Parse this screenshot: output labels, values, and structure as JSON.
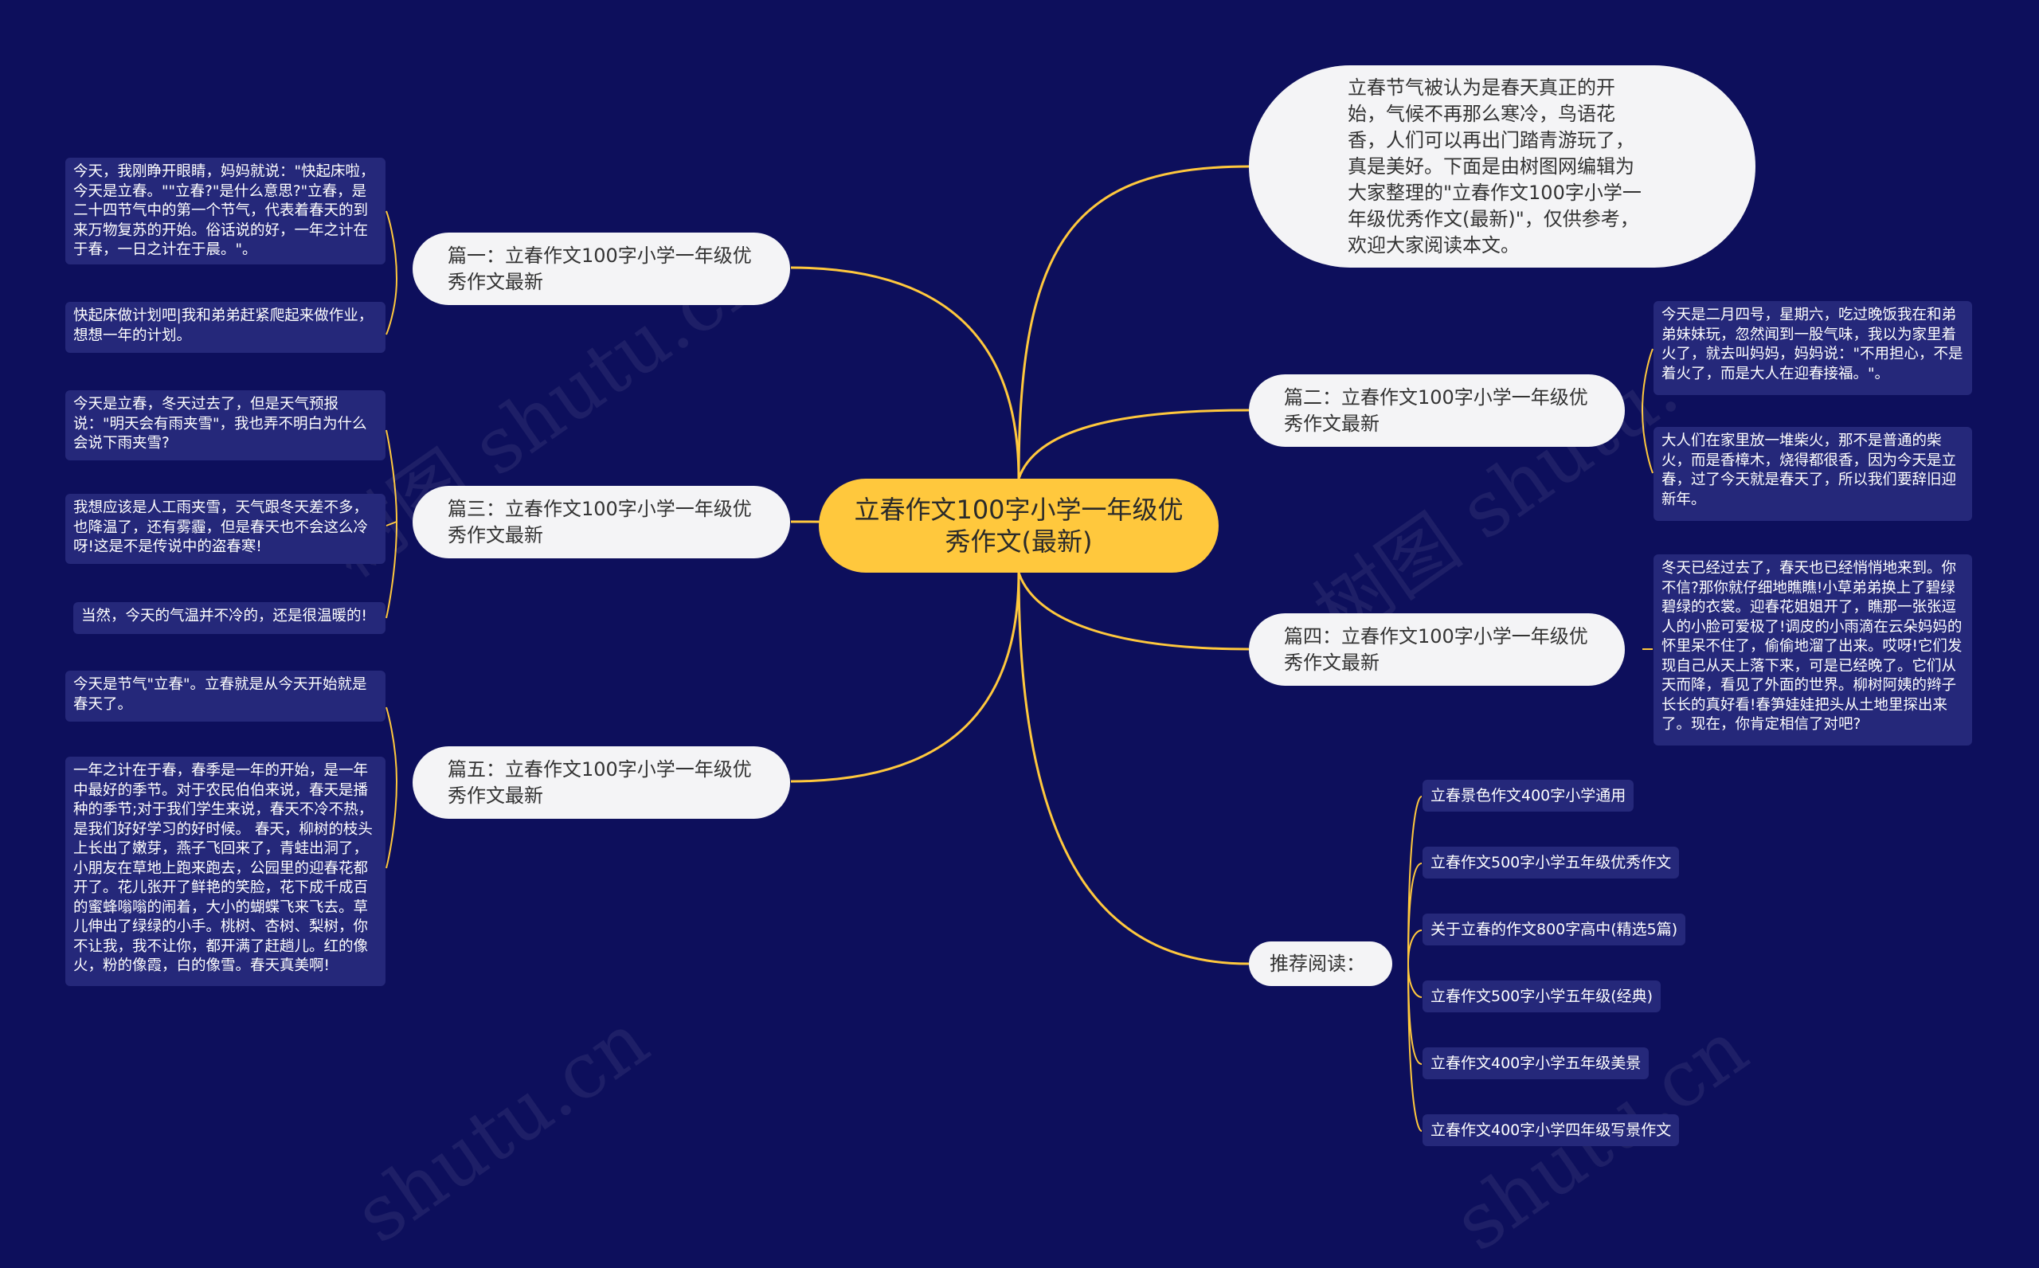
{
  "colors": {
    "background": "#0d0f5c",
    "root": "#ffc83d",
    "branch": "#f4f4f6",
    "leaf": "#25287a",
    "line": "#ffc83d"
  },
  "root": {
    "title": "立春作文100字小学一年级优秀作文(最新)"
  },
  "intro": "立春节气被认为是春天真正的开始，气候不再那么寒冷，鸟语花香，人们可以再出门踏青游玩了，真是美好。下面是由树图网编辑为大家整理的\"立春作文100字小学一年级优秀作文(最新)\"，仅供参考，欢迎大家阅读本文。",
  "branches": {
    "p1": {
      "label": "篇一：立春作文100字小学一年级优秀作文最新",
      "leaves": [
        "今天，我刚睁开眼睛，妈妈就说：\"快起床啦，今天是立春。\"\"立春?\"是什么意思?\"立春，是二十四节气中的第一个节气，代表着春天的到来万物复苏的开始。俗话说的好，一年之计在于春，一日之计在于晨。\"。",
        "快起床做计划吧|我和弟弟赶紧爬起来做作业，想想一年的计划。"
      ]
    },
    "p2": {
      "label": "篇二：立春作文100字小学一年级优秀作文最新",
      "leaves": [
        "今天是二月四号，星期六，吃过晚饭我在和弟弟妹妹玩，忽然闻到一股气味，我以为家里着火了，就去叫妈妈，妈妈说：\"不用担心，不是着火了，而是大人在迎春接福。\"。",
        "大人们在家里放一堆柴火，那不是普通的柴火，而是香樟木，烧得都很香，因为今天是立春，过了今天就是春天了，所以我们要辞旧迎新年。"
      ]
    },
    "p3": {
      "label": "篇三：立春作文100字小学一年级优秀作文最新",
      "leaves": [
        "今天是立春，冬天过去了，但是天气预报说：\"明天会有雨夹雪\"，我也弄不明白为什么会说下雨夹雪?",
        "我想应该是人工雨夹雪，天气跟冬天差不多，也降温了，还有雾霾，但是春天也不会这么冷呀!这是不是传说中的盗春寒!",
        "当然，今天的气温并不冷的，还是很温暖的!"
      ]
    },
    "p4": {
      "label": "篇四：立春作文100字小学一年级优秀作文最新",
      "leaves": [
        "冬天已经过去了，春天也已经悄悄地来到。你不信?那你就仔细地瞧瞧!小草弟弟换上了碧绿碧绿的衣裳。迎春花姐姐开了，瞧那一张张逗人的小脸可爱极了!调皮的小雨滴在云朵妈妈的怀里呆不住了，偷偷地溜了出来。哎呀!它们发现自己从天上落下来，可是已经晚了。它们从天而降，看见了外面的世界。柳树阿姨的辫子长长的真好看!春笋娃娃把头从土地里探出来了。现在，你肯定相信了对吧?"
      ]
    },
    "p5": {
      "label": "篇五：立春作文100字小学一年级优秀作文最新",
      "leaves": [
        "今天是节气\"立春\"。立春就是从今天开始就是春天了。",
        "一年之计在于春，春季是一年的开始，是一年中最好的季节。对于农民伯伯来说，春天是播种的季节;对于我们学生来说，春天不冷不热，是我们好好学习的好时候。 春天，柳树的枝头上长出了嫩芽，燕子飞回来了，青蛙出洞了，小朋友在草地上跑来跑去，公园里的迎春花都开了。花儿张开了鲜艳的笑脸，花下成千成百的蜜蜂嗡嗡的闹着，大小的蝴蝶飞来飞去。草儿伸出了绿绿的小手。桃树、杏树、梨树，你不让我，我不让你，都开满了赶趟儿。红的像火，粉的像霞，白的像雪。春天真美啊!"
      ]
    },
    "rec": {
      "label": "推荐阅读：",
      "items": [
        "立春景色作文400字小学通用",
        "立春作文500字小学五年级优秀作文",
        "关于立春的作文800字高中(精选5篇)",
        "立春作文500字小学五年级(经典)",
        "立春作文400字小学五年级美景",
        "立春作文400字小学四年级写景作文"
      ]
    }
  }
}
